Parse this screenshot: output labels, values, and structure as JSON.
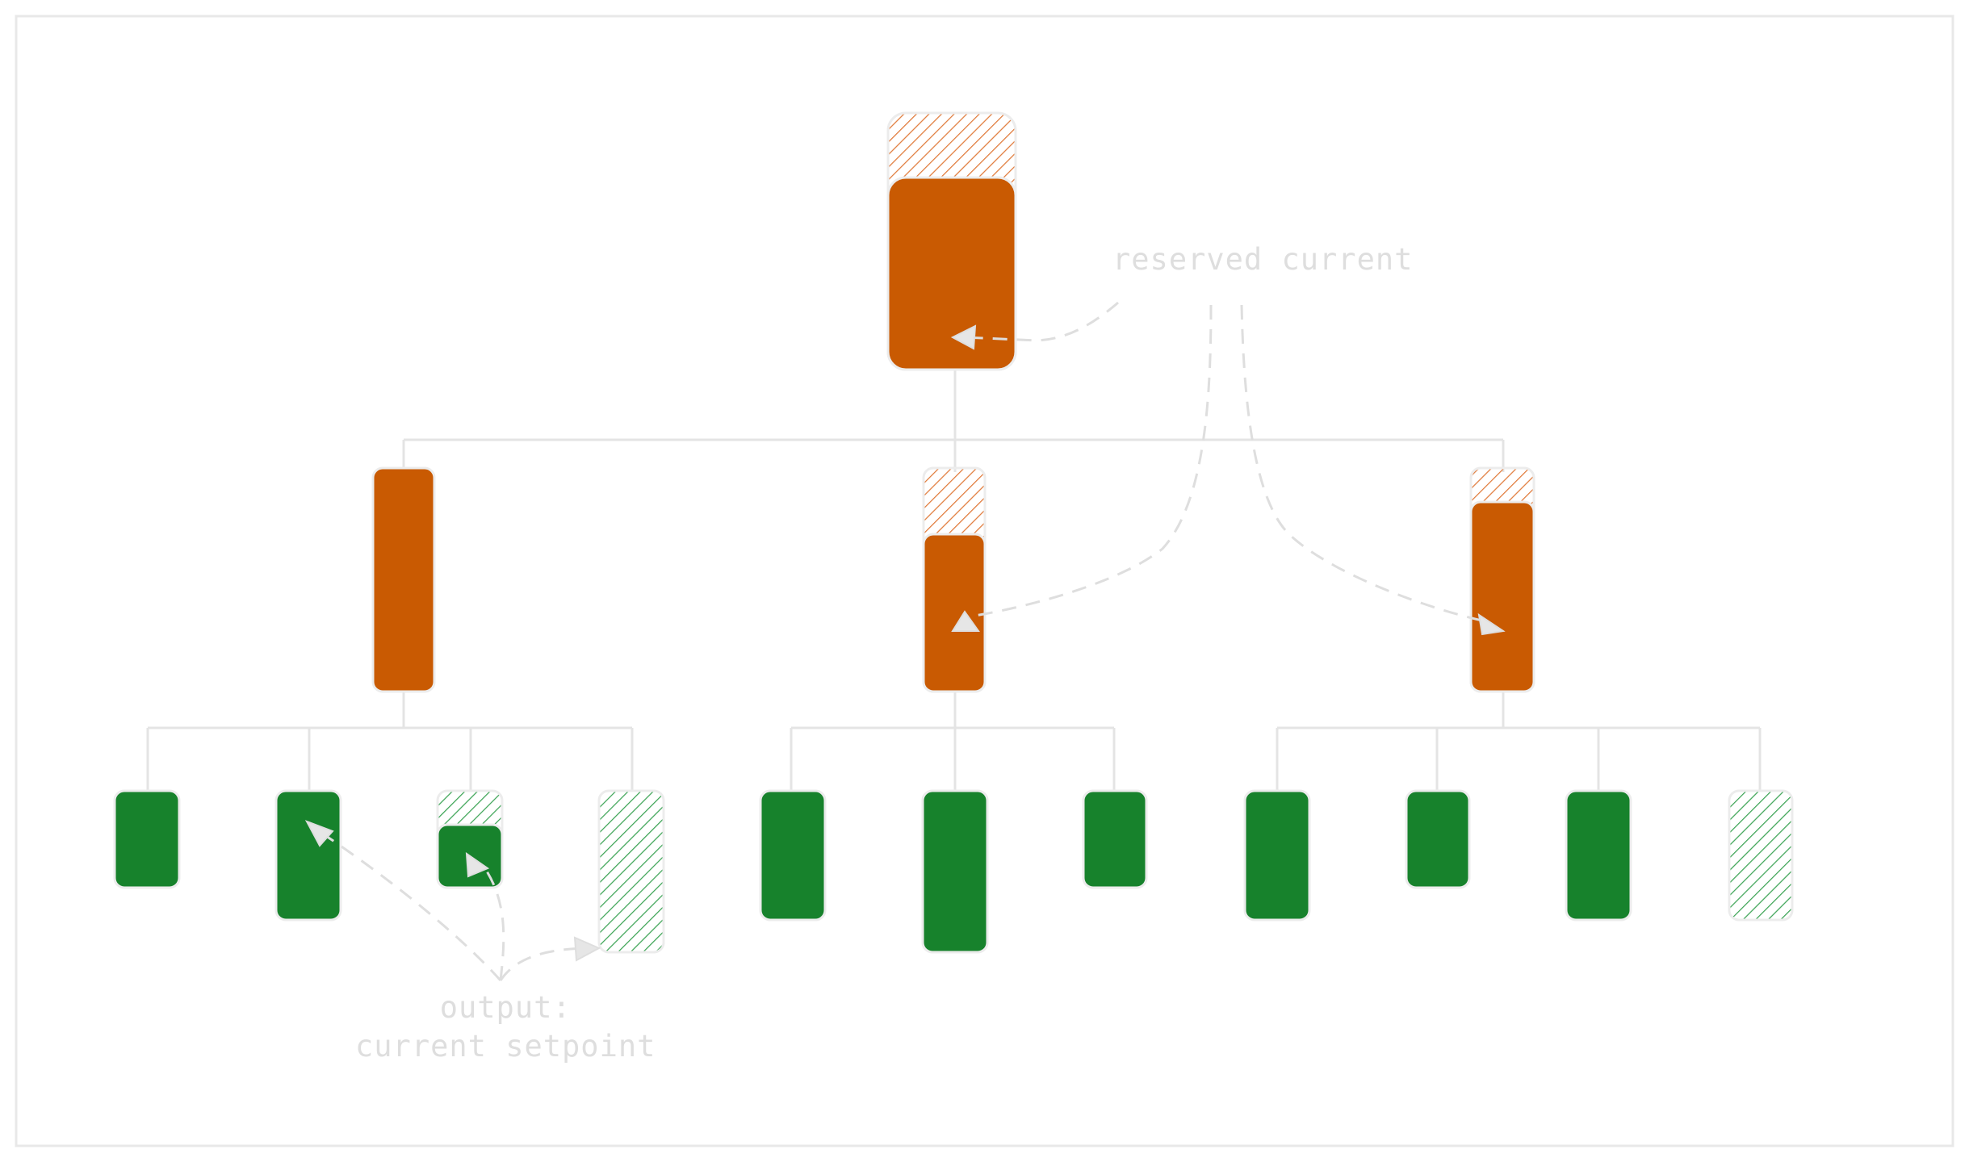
{
  "colors": {
    "orange": "#c95a02",
    "green": "#17822c",
    "line": "#e4e4e4",
    "annotation": "#dedede",
    "frame": "#e8e8e8"
  },
  "annotations": {
    "reserved": "reserved current",
    "output_line1": "output:",
    "output_line2": "current setpoint"
  }
}
